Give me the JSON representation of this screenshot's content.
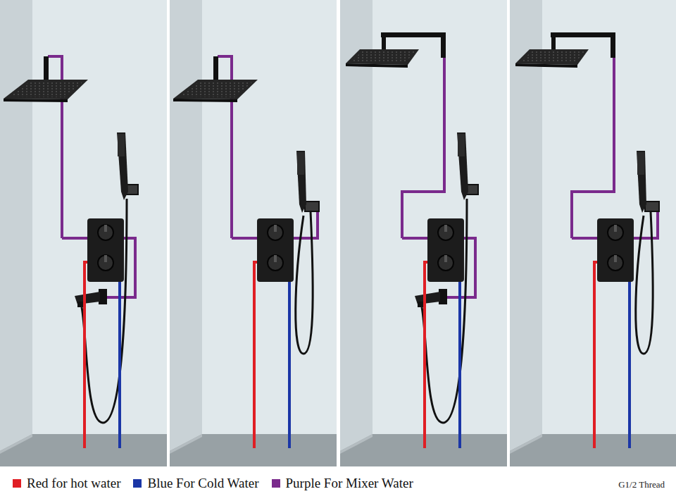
{
  "diagram": {
    "labels": [
      "G1/2 Thread"
    ],
    "legend": [
      {
        "text": "Red for hot water",
        "color": "#e01e24"
      },
      {
        "text": "Blue For Cold Water",
        "color": "#1b36a6"
      },
      {
        "text": "Purple For Mixer Water",
        "color": "#7a2a8c"
      }
    ]
  }
}
